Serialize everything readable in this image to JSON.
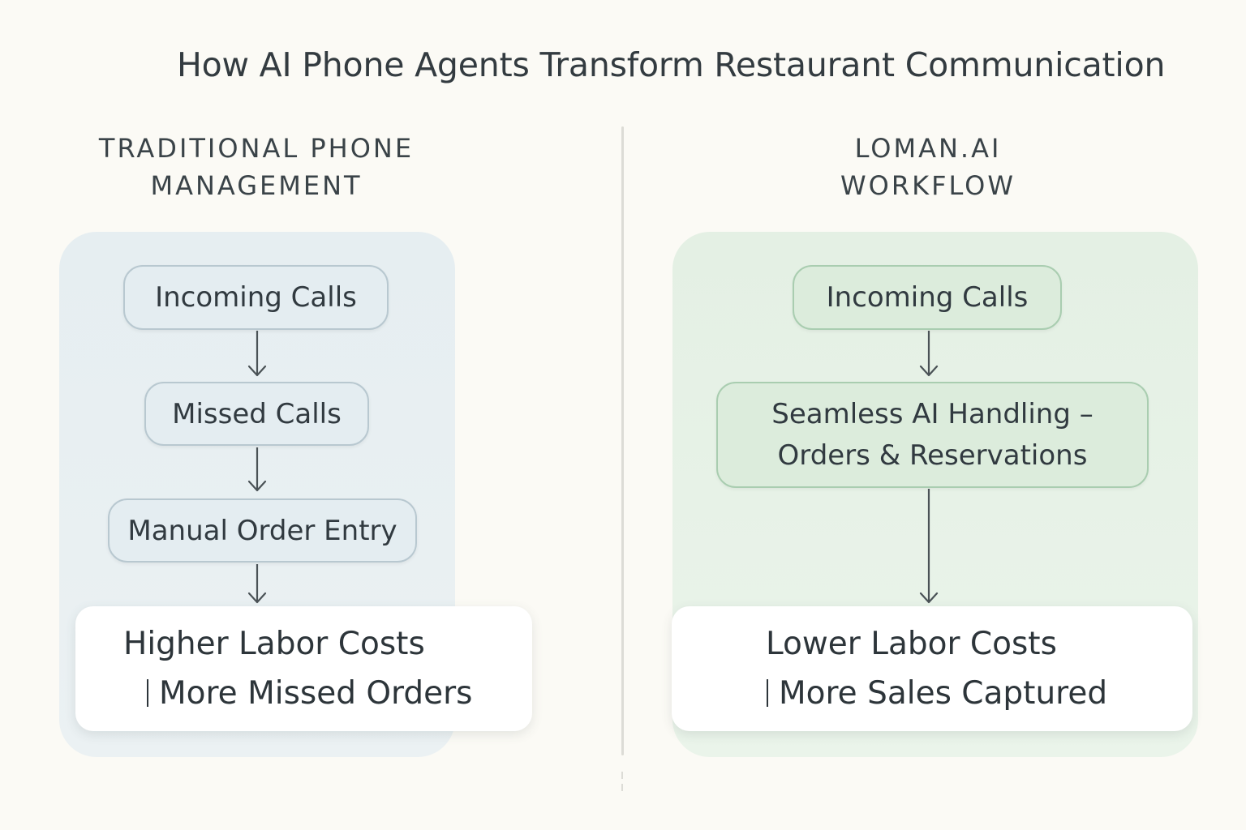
{
  "title": "How AI Phone Agents Transform Restaurant Communication",
  "left": {
    "heading_line1": "TRADITIONAL PHONE",
    "heading_line2": "MANAGEMENT",
    "steps": [
      "Incoming Calls",
      "Missed Calls",
      "Manual Order Entry"
    ],
    "result_line1": "Higher Labor Costs",
    "result_line2": "More Missed Orders"
  },
  "right": {
    "heading_line1": "LOMAN.AI",
    "heading_line2": "WORKFLOW",
    "step1": "Incoming Calls",
    "step2_line1": "Seamless AI Handling –",
    "step2_line2": "Orders & Reservations",
    "result_line1": "Lower Labor Costs",
    "result_line2": "More Sales Captured"
  },
  "colors": {
    "background": "#fbfaf5",
    "left_panel": "#e8f0f2",
    "right_panel": "#e6f2e6",
    "left_node_border": "#b8c8d0",
    "right_node_border": "#a9cdb0",
    "arrow": "#4a5256",
    "text": "#2f3a40"
  }
}
